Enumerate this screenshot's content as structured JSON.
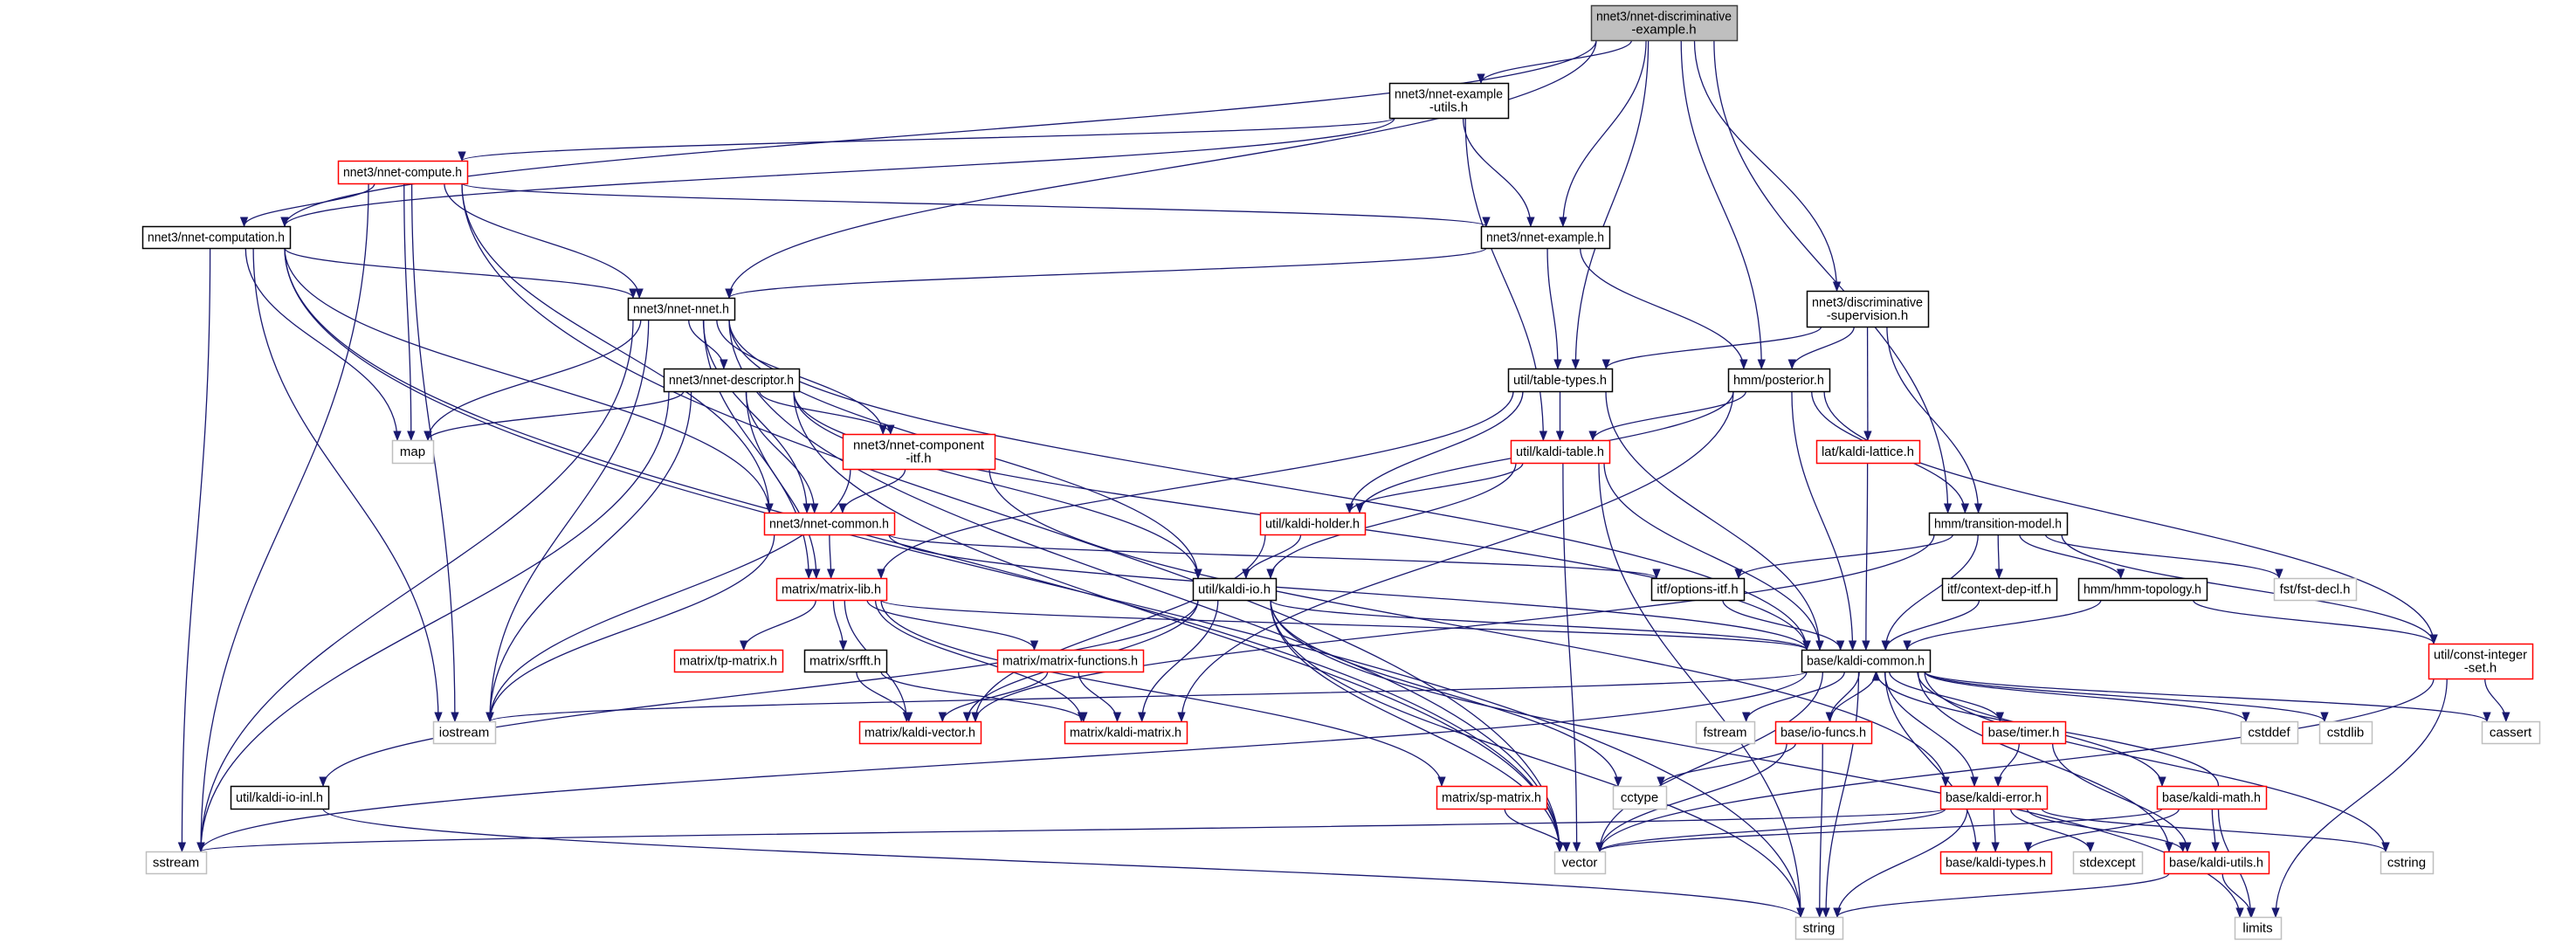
{
  "title": "nnet3/nnet-discriminative-example.h",
  "colors": {
    "edge": "#191970",
    "root_fill": "#bfbfbf",
    "documented_border": "#000000",
    "undocumented_border": "#ff0000",
    "external_border": "#bfbfbf"
  },
  "nodes": [
    {
      "id": "D",
      "lines": [
        "nnet3/nnet-discriminative",
        "-example.h"
      ],
      "kind": "root"
    },
    {
      "id": "exutils",
      "lines": [
        "nnet3/nnet-example",
        "-utils.h"
      ],
      "kind": "documented"
    },
    {
      "id": "compute",
      "lines": [
        "nnet3/nnet-compute.h"
      ],
      "kind": "undocumented"
    },
    {
      "id": "computation",
      "lines": [
        "nnet3/nnet-computation.h"
      ],
      "kind": "documented"
    },
    {
      "id": "example",
      "lines": [
        "nnet3/nnet-example.h"
      ],
      "kind": "documented"
    },
    {
      "id": "nnet",
      "lines": [
        "nnet3/nnet-nnet.h"
      ],
      "kind": "documented"
    },
    {
      "id": "dsup",
      "lines": [
        "nnet3/discriminative",
        "-supervision.h"
      ],
      "kind": "documented"
    },
    {
      "id": "descriptor",
      "lines": [
        "nnet3/nnet-descriptor.h"
      ],
      "kind": "documented"
    },
    {
      "id": "tabletypes",
      "lines": [
        "util/table-types.h"
      ],
      "kind": "documented"
    },
    {
      "id": "posterior",
      "lines": [
        "hmm/posterior.h"
      ],
      "kind": "documented"
    },
    {
      "id": "map",
      "lines": [
        "map"
      ],
      "kind": "external"
    },
    {
      "id": "compitf",
      "lines": [
        "nnet3/nnet-component",
        "-itf.h"
      ],
      "kind": "undocumented"
    },
    {
      "id": "kalditable",
      "lines": [
        "util/kaldi-table.h"
      ],
      "kind": "undocumented"
    },
    {
      "id": "lattice",
      "lines": [
        "lat/kaldi-lattice.h"
      ],
      "kind": "undocumented"
    },
    {
      "id": "common",
      "lines": [
        "nnet3/nnet-common.h"
      ],
      "kind": "undocumented"
    },
    {
      "id": "holder",
      "lines": [
        "util/kaldi-holder.h"
      ],
      "kind": "undocumented"
    },
    {
      "id": "transition",
      "lines": [
        "hmm/transition-model.h"
      ],
      "kind": "documented"
    },
    {
      "id": "matrixlib",
      "lines": [
        "matrix/matrix-lib.h"
      ],
      "kind": "undocumented"
    },
    {
      "id": "kaldiio",
      "lines": [
        "util/kaldi-io.h"
      ],
      "kind": "documented"
    },
    {
      "id": "options",
      "lines": [
        "itf/options-itf.h"
      ],
      "kind": "documented"
    },
    {
      "id": "contextdep",
      "lines": [
        "itf/context-dep-itf.h"
      ],
      "kind": "documented"
    },
    {
      "id": "topology",
      "lines": [
        "hmm/hmm-topology.h"
      ],
      "kind": "documented"
    },
    {
      "id": "fstdecl",
      "lines": [
        "fst/fst-decl.h"
      ],
      "kind": "external"
    },
    {
      "id": "tpmatrix",
      "lines": [
        "matrix/tp-matrix.h"
      ],
      "kind": "undocumented"
    },
    {
      "id": "srfft",
      "lines": [
        "matrix/srfft.h"
      ],
      "kind": "documented"
    },
    {
      "id": "matfunc",
      "lines": [
        "matrix/matrix-functions.h"
      ],
      "kind": "undocumented"
    },
    {
      "id": "kcommon",
      "lines": [
        "base/kaldi-common.h"
      ],
      "kind": "documented"
    },
    {
      "id": "constint",
      "lines": [
        "util/const-integer",
        "-set.h"
      ],
      "kind": "undocumented"
    },
    {
      "id": "iostream",
      "lines": [
        "iostream"
      ],
      "kind": "external"
    },
    {
      "id": "kvector",
      "lines": [
        "matrix/kaldi-vector.h"
      ],
      "kind": "undocumented"
    },
    {
      "id": "kmatrix",
      "lines": [
        "matrix/kaldi-matrix.h"
      ],
      "kind": "undocumented"
    },
    {
      "id": "fstream",
      "lines": [
        "fstream"
      ],
      "kind": "external"
    },
    {
      "id": "iofuncs",
      "lines": [
        "base/io-funcs.h"
      ],
      "kind": "undocumented"
    },
    {
      "id": "timer",
      "lines": [
        "base/timer.h"
      ],
      "kind": "undocumented"
    },
    {
      "id": "cstddef",
      "lines": [
        "cstddef"
      ],
      "kind": "external"
    },
    {
      "id": "cstdlib",
      "lines": [
        "cstdlib"
      ],
      "kind": "external"
    },
    {
      "id": "cassert",
      "lines": [
        "cassert"
      ],
      "kind": "external"
    },
    {
      "id": "kaldiioinl",
      "lines": [
        "util/kaldi-io-inl.h"
      ],
      "kind": "documented"
    },
    {
      "id": "spmatrix",
      "lines": [
        "matrix/sp-matrix.h"
      ],
      "kind": "undocumented"
    },
    {
      "id": "cctype",
      "lines": [
        "cctype"
      ],
      "kind": "external"
    },
    {
      "id": "kerror",
      "lines": [
        "base/kaldi-error.h"
      ],
      "kind": "undocumented"
    },
    {
      "id": "kmath",
      "lines": [
        "base/kaldi-math.h"
      ],
      "kind": "undocumented"
    },
    {
      "id": "sstream",
      "lines": [
        "sstream"
      ],
      "kind": "external"
    },
    {
      "id": "vector",
      "lines": [
        "vector"
      ],
      "kind": "external"
    },
    {
      "id": "ktypes",
      "lines": [
        "base/kaldi-types.h"
      ],
      "kind": "undocumented"
    },
    {
      "id": "stdexcept",
      "lines": [
        "stdexcept"
      ],
      "kind": "external"
    },
    {
      "id": "kutils",
      "lines": [
        "base/kaldi-utils.h"
      ],
      "kind": "undocumented"
    },
    {
      "id": "cstring",
      "lines": [
        "cstring"
      ],
      "kind": "external"
    },
    {
      "id": "string",
      "lines": [
        "string"
      ],
      "kind": "external"
    },
    {
      "id": "limits",
      "lines": [
        "limits"
      ],
      "kind": "external"
    }
  ],
  "edges": [
    [
      "D",
      "exutils"
    ],
    [
      "D",
      "computation"
    ],
    [
      "D",
      "example"
    ],
    [
      "D",
      "nnet"
    ],
    [
      "D",
      "tabletypes"
    ],
    [
      "D",
      "posterior"
    ],
    [
      "D",
      "dsup"
    ],
    [
      "D",
      "transition"
    ],
    [
      "exutils",
      "compute"
    ],
    [
      "exutils",
      "computation"
    ],
    [
      "exutils",
      "example"
    ],
    [
      "exutils",
      "kalditable"
    ],
    [
      "compute",
      "computation"
    ],
    [
      "compute",
      "example"
    ],
    [
      "compute",
      "nnet"
    ],
    [
      "compute",
      "map"
    ],
    [
      "compute",
      "sstream"
    ],
    [
      "compute",
      "iostream"
    ],
    [
      "compute",
      "vector"
    ],
    [
      "compute",
      "common"
    ],
    [
      "computation",
      "nnet"
    ],
    [
      "computation",
      "map"
    ],
    [
      "computation",
      "sstream"
    ],
    [
      "computation",
      "iostream"
    ],
    [
      "computation",
      "vector"
    ],
    [
      "computation",
      "string"
    ],
    [
      "computation",
      "common"
    ],
    [
      "example",
      "nnet"
    ],
    [
      "example",
      "tabletypes"
    ],
    [
      "example",
      "posterior"
    ],
    [
      "nnet",
      "descriptor"
    ],
    [
      "nnet",
      "compitf"
    ],
    [
      "nnet",
      "common"
    ],
    [
      "nnet",
      "matrixlib"
    ],
    [
      "nnet",
      "kaldiio"
    ],
    [
      "nnet",
      "kcommon"
    ],
    [
      "nnet",
      "map"
    ],
    [
      "nnet",
      "iostream"
    ],
    [
      "nnet",
      "sstream"
    ],
    [
      "nnet",
      "vector"
    ],
    [
      "descriptor",
      "map"
    ],
    [
      "descriptor",
      "iostream"
    ],
    [
      "descriptor",
      "sstream"
    ],
    [
      "descriptor",
      "vector"
    ],
    [
      "descriptor",
      "common"
    ],
    [
      "descriptor",
      "compitf"
    ],
    [
      "descriptor",
      "matrixlib"
    ],
    [
      "descriptor",
      "kaldiio"
    ],
    [
      "descriptor",
      "kcommon"
    ],
    [
      "compitf",
      "common"
    ],
    [
      "compitf",
      "iostream"
    ],
    [
      "compitf",
      "kerror"
    ],
    [
      "common",
      "matrixlib"
    ],
    [
      "common",
      "iostream"
    ],
    [
      "common",
      "options"
    ],
    [
      "common",
      "kcommon"
    ],
    [
      "dsup",
      "tabletypes"
    ],
    [
      "dsup",
      "posterior"
    ],
    [
      "dsup",
      "lattice"
    ],
    [
      "dsup",
      "transition"
    ],
    [
      "tabletypes",
      "kalditable"
    ],
    [
      "tabletypes",
      "holder"
    ],
    [
      "tabletypes",
      "matrixlib"
    ],
    [
      "tabletypes",
      "kcommon"
    ],
    [
      "posterior",
      "kalditable"
    ],
    [
      "posterior",
      "holder"
    ],
    [
      "posterior",
      "transition"
    ],
    [
      "posterior",
      "kcommon"
    ],
    [
      "posterior",
      "kmatrix"
    ],
    [
      "posterior",
      "constint"
    ],
    [
      "kalditable",
      "holder"
    ],
    [
      "kalditable",
      "kaldiio"
    ],
    [
      "kalditable",
      "kcommon"
    ],
    [
      "kalditable",
      "vector"
    ],
    [
      "kalditable",
      "string"
    ],
    [
      "lattice",
      "kcommon"
    ],
    [
      "holder",
      "kaldiio"
    ],
    [
      "holder",
      "kvector"
    ],
    [
      "transition",
      "options"
    ],
    [
      "transition",
      "contextdep"
    ],
    [
      "transition",
      "topology"
    ],
    [
      "transition",
      "fstdecl"
    ],
    [
      "transition",
      "constint"
    ],
    [
      "transition",
      "kcommon"
    ],
    [
      "transition",
      "kvector"
    ],
    [
      "matrixlib",
      "tpmatrix"
    ],
    [
      "matrixlib",
      "srfft"
    ],
    [
      "matrixlib",
      "matfunc"
    ],
    [
      "matrixlib",
      "kvector"
    ],
    [
      "matrixlib",
      "kmatrix"
    ],
    [
      "matrixlib",
      "spmatrix"
    ],
    [
      "matrixlib",
      "kcommon"
    ],
    [
      "kaldiio",
      "kcommon"
    ],
    [
      "kaldiio",
      "kmatrix"
    ],
    [
      "kaldiio",
      "kvector"
    ],
    [
      "kaldiio",
      "kaldiioinl"
    ],
    [
      "kaldiio",
      "cctype"
    ],
    [
      "kaldiio",
      "limits"
    ],
    [
      "kaldiio",
      "string"
    ],
    [
      "kaldiio",
      "vector"
    ],
    [
      "srfft",
      "kvector"
    ],
    [
      "srfft",
      "kmatrix"
    ],
    [
      "matfunc",
      "kvector"
    ],
    [
      "matfunc",
      "kmatrix"
    ],
    [
      "spmatrix",
      "vector"
    ],
    [
      "options",
      "kcommon"
    ],
    [
      "contextdep",
      "kcommon"
    ],
    [
      "topology",
      "kcommon"
    ],
    [
      "topology",
      "constint"
    ],
    [
      "constint",
      "cassert"
    ],
    [
      "constint",
      "vector"
    ],
    [
      "constint",
      "limits"
    ],
    [
      "kaldiioinl",
      "string"
    ],
    [
      "kcommon",
      "iostream"
    ],
    [
      "kcommon",
      "fstream"
    ],
    [
      "kcommon",
      "iofuncs"
    ],
    [
      "kcommon",
      "timer"
    ],
    [
      "kcommon",
      "cstddef"
    ],
    [
      "kcommon",
      "cstdlib"
    ],
    [
      "kcommon",
      "cassert"
    ],
    [
      "kcommon",
      "kerror"
    ],
    [
      "kcommon",
      "kmath"
    ],
    [
      "kcommon",
      "ktypes"
    ],
    [
      "kcommon",
      "kutils"
    ],
    [
      "kcommon",
      "cstring"
    ],
    [
      "kcommon",
      "string"
    ],
    [
      "kcommon",
      "vector"
    ],
    [
      "kcommon",
      "sstream"
    ],
    [
      "iofuncs",
      "kcommon"
    ],
    [
      "iofuncs",
      "cctype"
    ],
    [
      "iofuncs",
      "string"
    ],
    [
      "iofuncs",
      "vector"
    ],
    [
      "timer",
      "kerror"
    ],
    [
      "timer",
      "kutils"
    ],
    [
      "kerror",
      "ktypes"
    ],
    [
      "kerror",
      "stdexcept"
    ],
    [
      "kerror",
      "kutils"
    ],
    [
      "kerror",
      "cstring"
    ],
    [
      "kerror",
      "string"
    ],
    [
      "kerror",
      "vector"
    ],
    [
      "kerror",
      "sstream"
    ],
    [
      "kmath",
      "ktypes"
    ],
    [
      "kmath",
      "kutils"
    ],
    [
      "kmath",
      "limits"
    ],
    [
      "kmath",
      "vector"
    ],
    [
      "kmath",
      "kcommon"
    ],
    [
      "kutils",
      "string"
    ],
    [
      "kutils",
      "limits"
    ]
  ]
}
